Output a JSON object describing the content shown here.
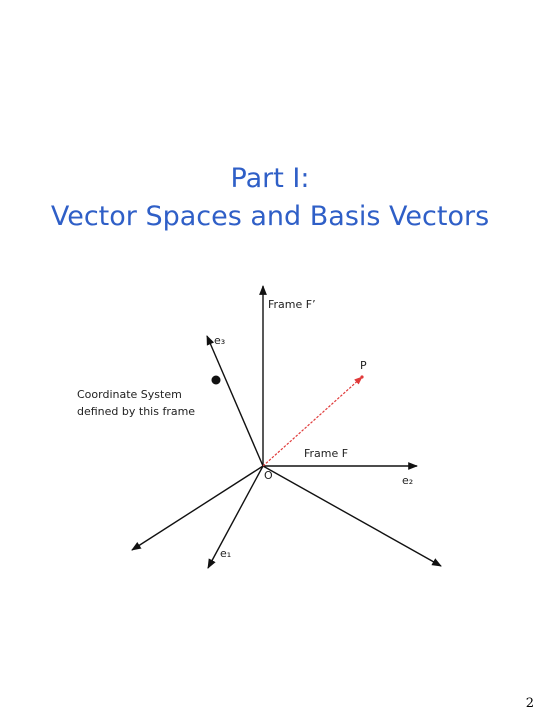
{
  "title": {
    "line1": "Part I:",
    "line2": "Vector Spaces and Basis Vectors"
  },
  "diagram": {
    "labels": {
      "frame_f_prime": "Frame F’",
      "frame_f": "Frame F",
      "e3": "e₃",
      "e2": "e₂",
      "e1": "e₁",
      "origin": "O",
      "point": "P",
      "annotation_line1": "Coordinate System",
      "annotation_line2": "defined by this frame"
    },
    "colors": {
      "axis": "#111111",
      "position_vector": "#e03a3a",
      "title": "#2f5fc7"
    }
  },
  "page": {
    "number": "2"
  }
}
